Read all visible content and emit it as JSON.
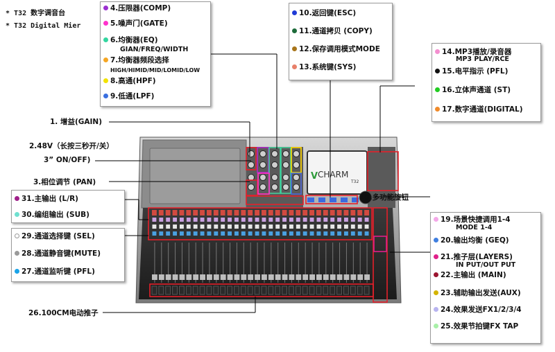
{
  "header": {
    "line1": "* T32 数字调音台",
    "line2": "* T32 Digital Mier"
  },
  "console": {
    "brand": "CHARM",
    "brand_initial": "V",
    "model": "T32"
  },
  "colors": {
    "callout_red": "#e5202a",
    "box_border": "#9a9a9a"
  },
  "callouts": {
    "c1": "1. 增益(GAIN)",
    "c2a": "2.48V（长按三秒开/关）",
    "c2b": "3” ON/OFF)",
    "c3": "3.相位调节 (PAN)",
    "c4": "4.压限器(COMP)",
    "c5": "5.噪声门(GATE)",
    "c6": "6.均衡器(EQ)",
    "c6b": "GIAN/FREQ/WIDTH",
    "c7": "7.均衡器频段选择",
    "c7b": "HIGH/HIMID/MID/LOMID/LOW",
    "c8": "8.高通(HPF)",
    "c9": "9.低通(LPF)",
    "c10": "10.返回键(ESC)",
    "c11": "11.通道拷贝 (COPY)",
    "c12": "12.保存调用模式MODE",
    "c13": "13.系统键(SYS)",
    "c14": "14.MP3播放/录音器",
    "c14b": "MP3 PLAY/RCE",
    "c15": "15.电平指示 (PFL)",
    "c16": "16.立体声通道 (ST)",
    "c17": "17.数字通道(DIGITAL)",
    "c18": "18.多功能旋钮",
    "c19": "19.场景快捷调用1-4",
    "c19b": "MODE 1-4",
    "c20": "20.输出均衡 (GEQ)",
    "c21": "21.推子层(LAYERS)",
    "c21b": "IN PUT/OUT PUT",
    "c22": "22.主输出 (MAIN)",
    "c23": "23.辅助输出发送(AUX)",
    "c24": "24.效果发送FX1/2/3/4",
    "c25": "25.效果节拍键FX TAP",
    "c26": "26.100CM电动推子",
    "c27": "27.通道监听键 (PFL)",
    "c28": "28.通道静音键(MUTE)",
    "c29": "29.通道选择键 (SEL)",
    "c30": "30.编组输出 (SUB)",
    "c31": "31.主输出 (L/R)"
  },
  "dot_colors": {
    "c4": "#9b30d0",
    "c5": "#ff33cc",
    "c6": "#33d6a0",
    "c7": "#f5a623",
    "c8": "#f2e200",
    "c9": "#3a6fe0",
    "c10": "#1f3bd6",
    "c11": "#1d6b3a",
    "c12": "#a8751a",
    "c13": "#e8806a",
    "c14": "#f48fd0",
    "c15": "#111111",
    "c16": "#22cc22",
    "c17": "#f08a2a",
    "c19": "#f4a8e8",
    "c20": "#3f7fe0",
    "c21": "#e0208a",
    "c22": "#9b1530",
    "c23": "#d4b400",
    "c24": "#b8b4f0",
    "c25": "#a8f0a8",
    "c27": "#1aa3e8",
    "c28": "#9a9a9a",
    "c29": "#ffffff",
    "c30": "#6fe0d0",
    "c31": "#a0208a"
  }
}
